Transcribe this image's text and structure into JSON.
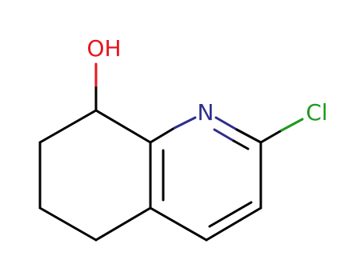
{
  "molecule": {
    "atoms": {
      "hydroxyl": {
        "label": "OH",
        "color": "#e8141c"
      },
      "nitrogen": {
        "label": "N",
        "color": "#2e2e8c"
      },
      "chlorine": {
        "label": "Cl",
        "color": "#1e9a1e"
      }
    },
    "bond_color": "#000000"
  }
}
